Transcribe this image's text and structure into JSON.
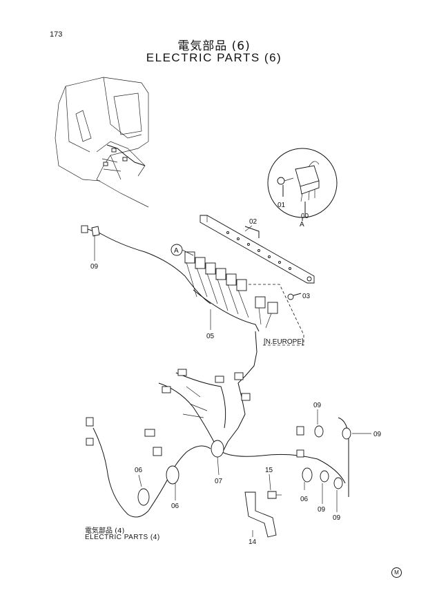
{
  "page": {
    "number": "173",
    "title_jp": "電気部品 (6)",
    "title_en": "ELECTRIC  PARTS  (6)"
  },
  "reference": {
    "jp": "電気部品 (4)",
    "en": "ELECTRIC  PARTS  (4)"
  },
  "footer_mark": "M",
  "callouts": {
    "c00": "00",
    "c01": "01",
    "c02": "02",
    "c03": "03",
    "c05": "05",
    "c06a": "06",
    "c06b": "06",
    "c06c": "06",
    "c07": "07",
    "c09a": "09",
    "c09b": "09",
    "c09c": "09",
    "c09d": "09",
    "c09e": "09",
    "c14": "14",
    "c15": "15",
    "detailA": "A",
    "detailA_ref": "A",
    "europe": "[N.EUROPE]"
  }
}
